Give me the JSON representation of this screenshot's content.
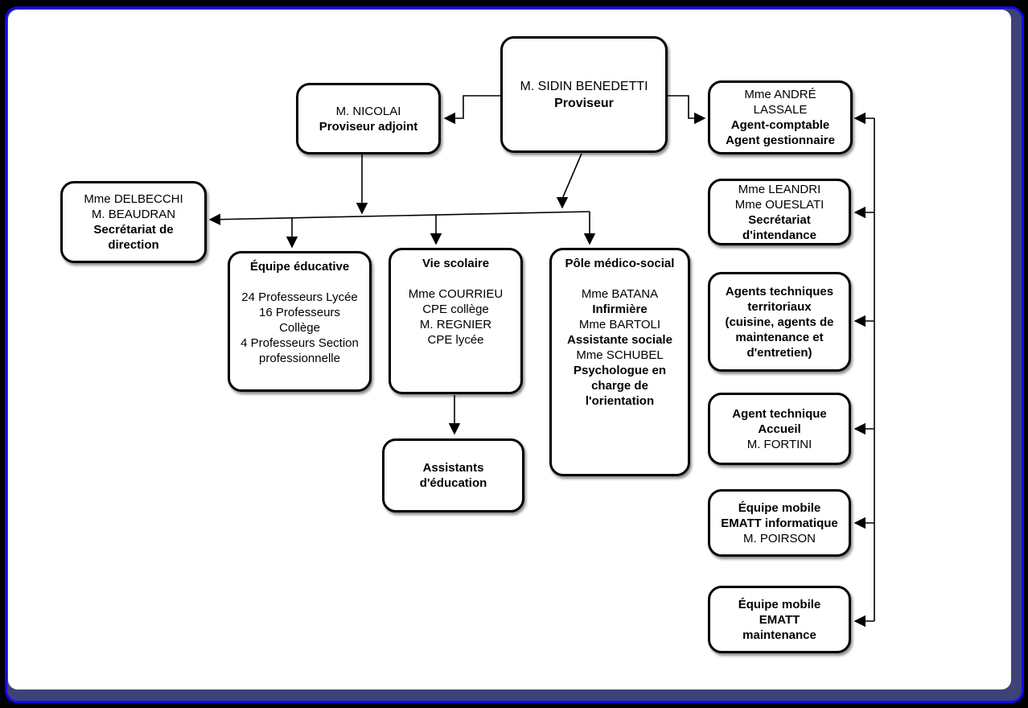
{
  "colors": {
    "page_background": "#000000",
    "frame_navy": "#3c4377",
    "frame_blue": "#1508ee",
    "box_fill": "#ffffff",
    "box_border": "#000000",
    "connector": "#000000"
  },
  "nodes": {
    "proviseur": {
      "lines": [
        "M. SIDIN BENEDETTI",
        "Proviseur"
      ]
    },
    "nicolai": {
      "lines": [
        "M. NICOLAI",
        "Proviseur adjoint"
      ]
    },
    "lassale": {
      "lines": [
        "Mme ANDRÉ",
        "LASSALE",
        "Agent-comptable",
        "Agent gestionnaire"
      ]
    },
    "delbecchi": {
      "lines": [
        "Mme DELBECCHI",
        "M. BEAUDRAN",
        "Secrétariat de",
        "direction"
      ]
    },
    "equipe": {
      "lines": [
        "Équipe éducative",
        "",
        "24 Professeurs Lycée",
        "16 Professeurs",
        "Collège",
        "4 Professeurs Section",
        "professionnelle"
      ]
    },
    "vie": {
      "lines": [
        "Vie scolaire",
        "",
        "Mme COURRIEU",
        "CPE collège",
        "M. REGNIER",
        "CPE lycée"
      ]
    },
    "pole": {
      "lines": [
        "Pôle médico-social",
        "",
        "Mme BATANA",
        "Infirmière",
        "Mme BARTOLI",
        "Assistante sociale",
        "Mme SCHUBEL",
        "Psychologue en",
        "charge de",
        "l'orientation"
      ]
    },
    "assistants": {
      "lines": [
        "Assistants",
        "d'éducation"
      ]
    },
    "leandri": {
      "lines": [
        "Mme LEANDRI",
        "Mme OUESLATI",
        "Secrétariat",
        "d'intendance"
      ]
    },
    "agents_tech": {
      "lines": [
        "Agents techniques",
        "territoriaux",
        "(cuisine, agents de",
        "maintenance et",
        "d'entretien)"
      ]
    },
    "accueil": {
      "lines": [
        "Agent technique",
        "Accueil",
        "M. FORTINI"
      ]
    },
    "ematt_info": {
      "lines": [
        "Équipe mobile",
        "EMATT informatique",
        "M. POIRSON"
      ]
    },
    "ematt_maint": {
      "lines": [
        "Équipe mobile",
        "EMATT",
        "maintenance"
      ]
    }
  }
}
